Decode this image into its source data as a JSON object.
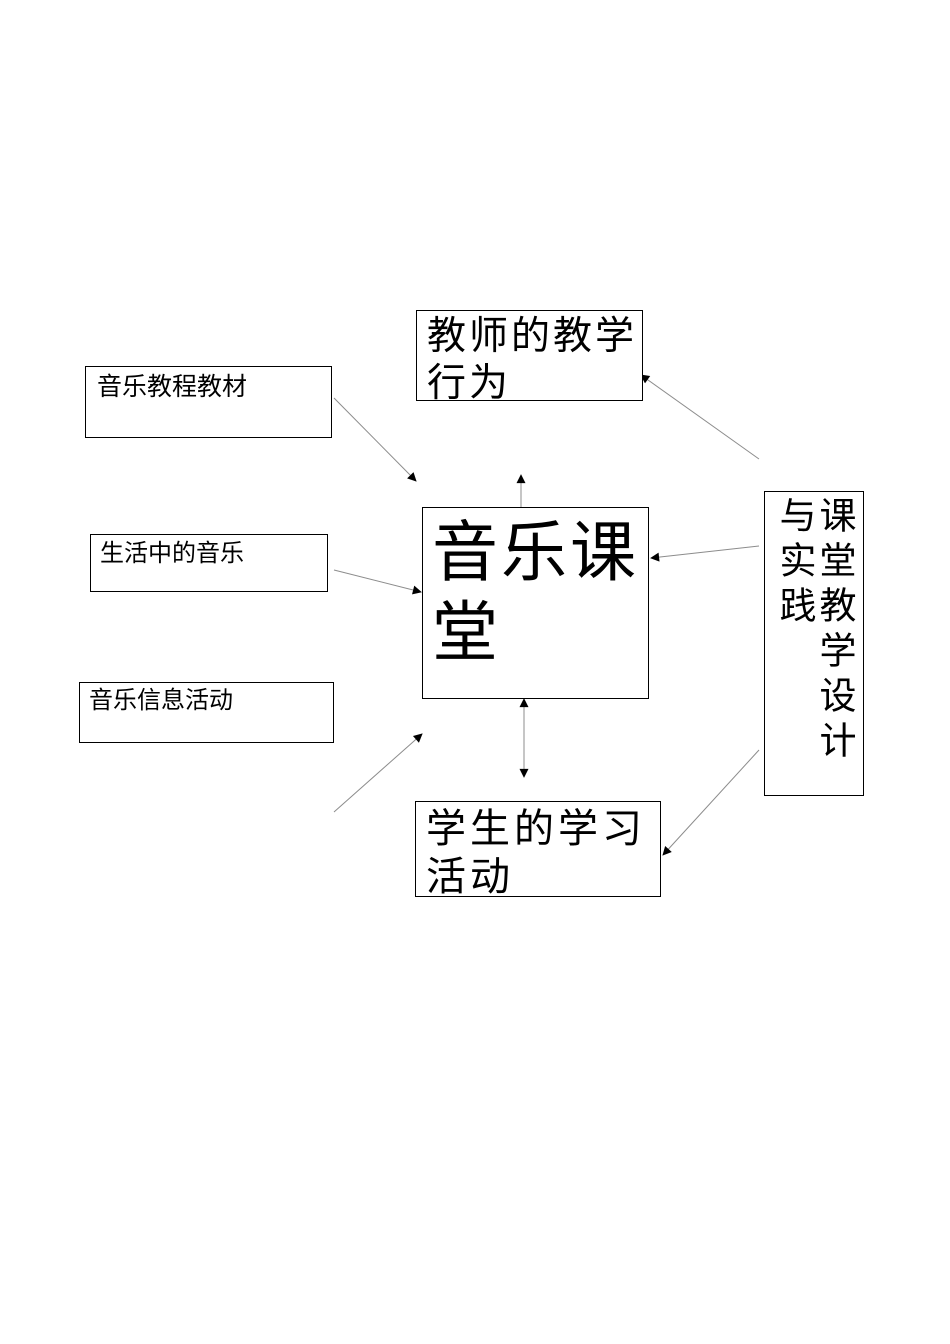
{
  "diagram": {
    "teacher_box": {
      "text": "教师的教学\n行为"
    },
    "materials_box": {
      "text": "音乐教程教材"
    },
    "life_box": {
      "text": "生活中的音乐"
    },
    "info_box": {
      "text": "音乐信息活动"
    },
    "center_box": {
      "text": "音乐课\n堂"
    },
    "student_box": {
      "text": "学生的学习\n活动"
    },
    "side_box": {
      "text": "课堂教学设计与实践"
    }
  },
  "colors": {
    "line": "#8c8c8c",
    "border": "#000000",
    "background": "#ffffff"
  }
}
